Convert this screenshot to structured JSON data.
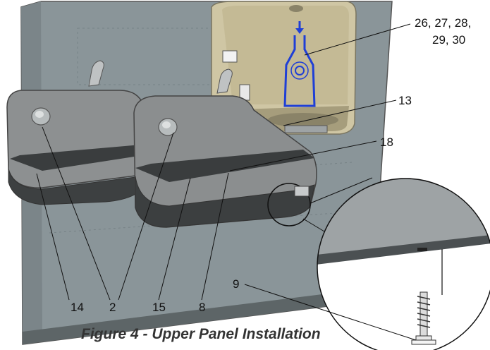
{
  "figure": {
    "caption": "Figure 4 - Upper Panel Installation"
  },
  "callouts": {
    "c26_line1": "26, 27, 28,",
    "c26_line2": "29, 30",
    "c13": "13",
    "c18": "18",
    "c9": "9",
    "c14": "14",
    "c2": "2",
    "c15": "15",
    "c8": "8"
  },
  "colors": {
    "panel": "#8a9599",
    "fountain_body": "#7c7f80",
    "bottle_filler": "#cfc6a4",
    "bottle_icon": "#1f3fd6",
    "detail_fill": "#9ea3a5"
  }
}
